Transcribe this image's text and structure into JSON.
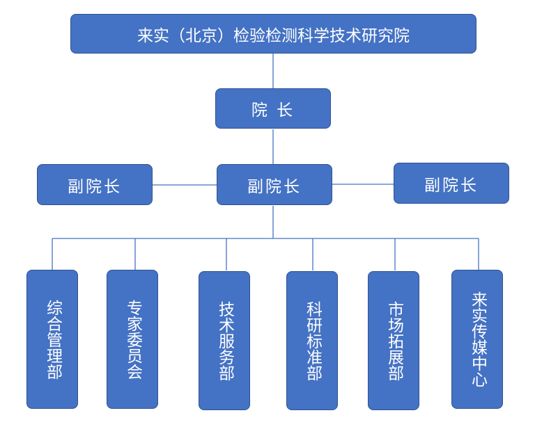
{
  "org_chart": {
    "root": "来实（北京）检验检测科学技术研究院",
    "president": "院 长",
    "vice_presidents": [
      "副院长",
      "副院长",
      "副院长"
    ],
    "departments": [
      "综合管理部",
      "专家委员会",
      "技术服务部",
      "科研标准部",
      "市场拓展部",
      "来实传媒中心"
    ]
  },
  "colors": {
    "box_fill": "#4472c4",
    "box_border": "#2f528f",
    "connector": "#4472c4",
    "text": "#ffffff"
  }
}
